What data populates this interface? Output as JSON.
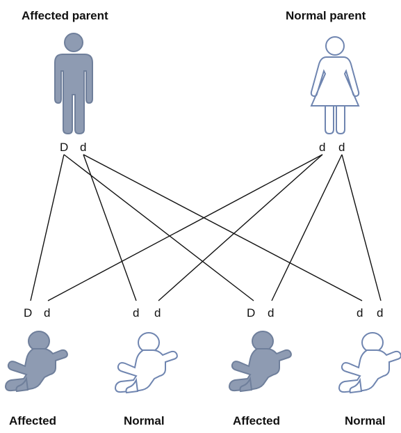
{
  "parents": {
    "affected": {
      "label": "Affected parent",
      "alleles": [
        "D",
        "d"
      ]
    },
    "normal": {
      "label": "Normal parent",
      "alleles": [
        "d",
        "d"
      ]
    }
  },
  "children": [
    {
      "label": "Affected",
      "alleles": [
        "D",
        "d"
      ],
      "status": "affected"
    },
    {
      "label": "Normal",
      "alleles": [
        "d",
        "d"
      ],
      "status": "normal"
    },
    {
      "label": "Affected",
      "alleles": [
        "D",
        "d"
      ],
      "status": "affected"
    },
    {
      "label": "Normal",
      "alleles": [
        "d",
        "d"
      ],
      "status": "normal"
    }
  ],
  "colors": {
    "affected_fill": "#8e9bb2",
    "affected_stroke": "#6f7f9b",
    "normal_stroke": "#6f85b0",
    "line": "#111111"
  }
}
